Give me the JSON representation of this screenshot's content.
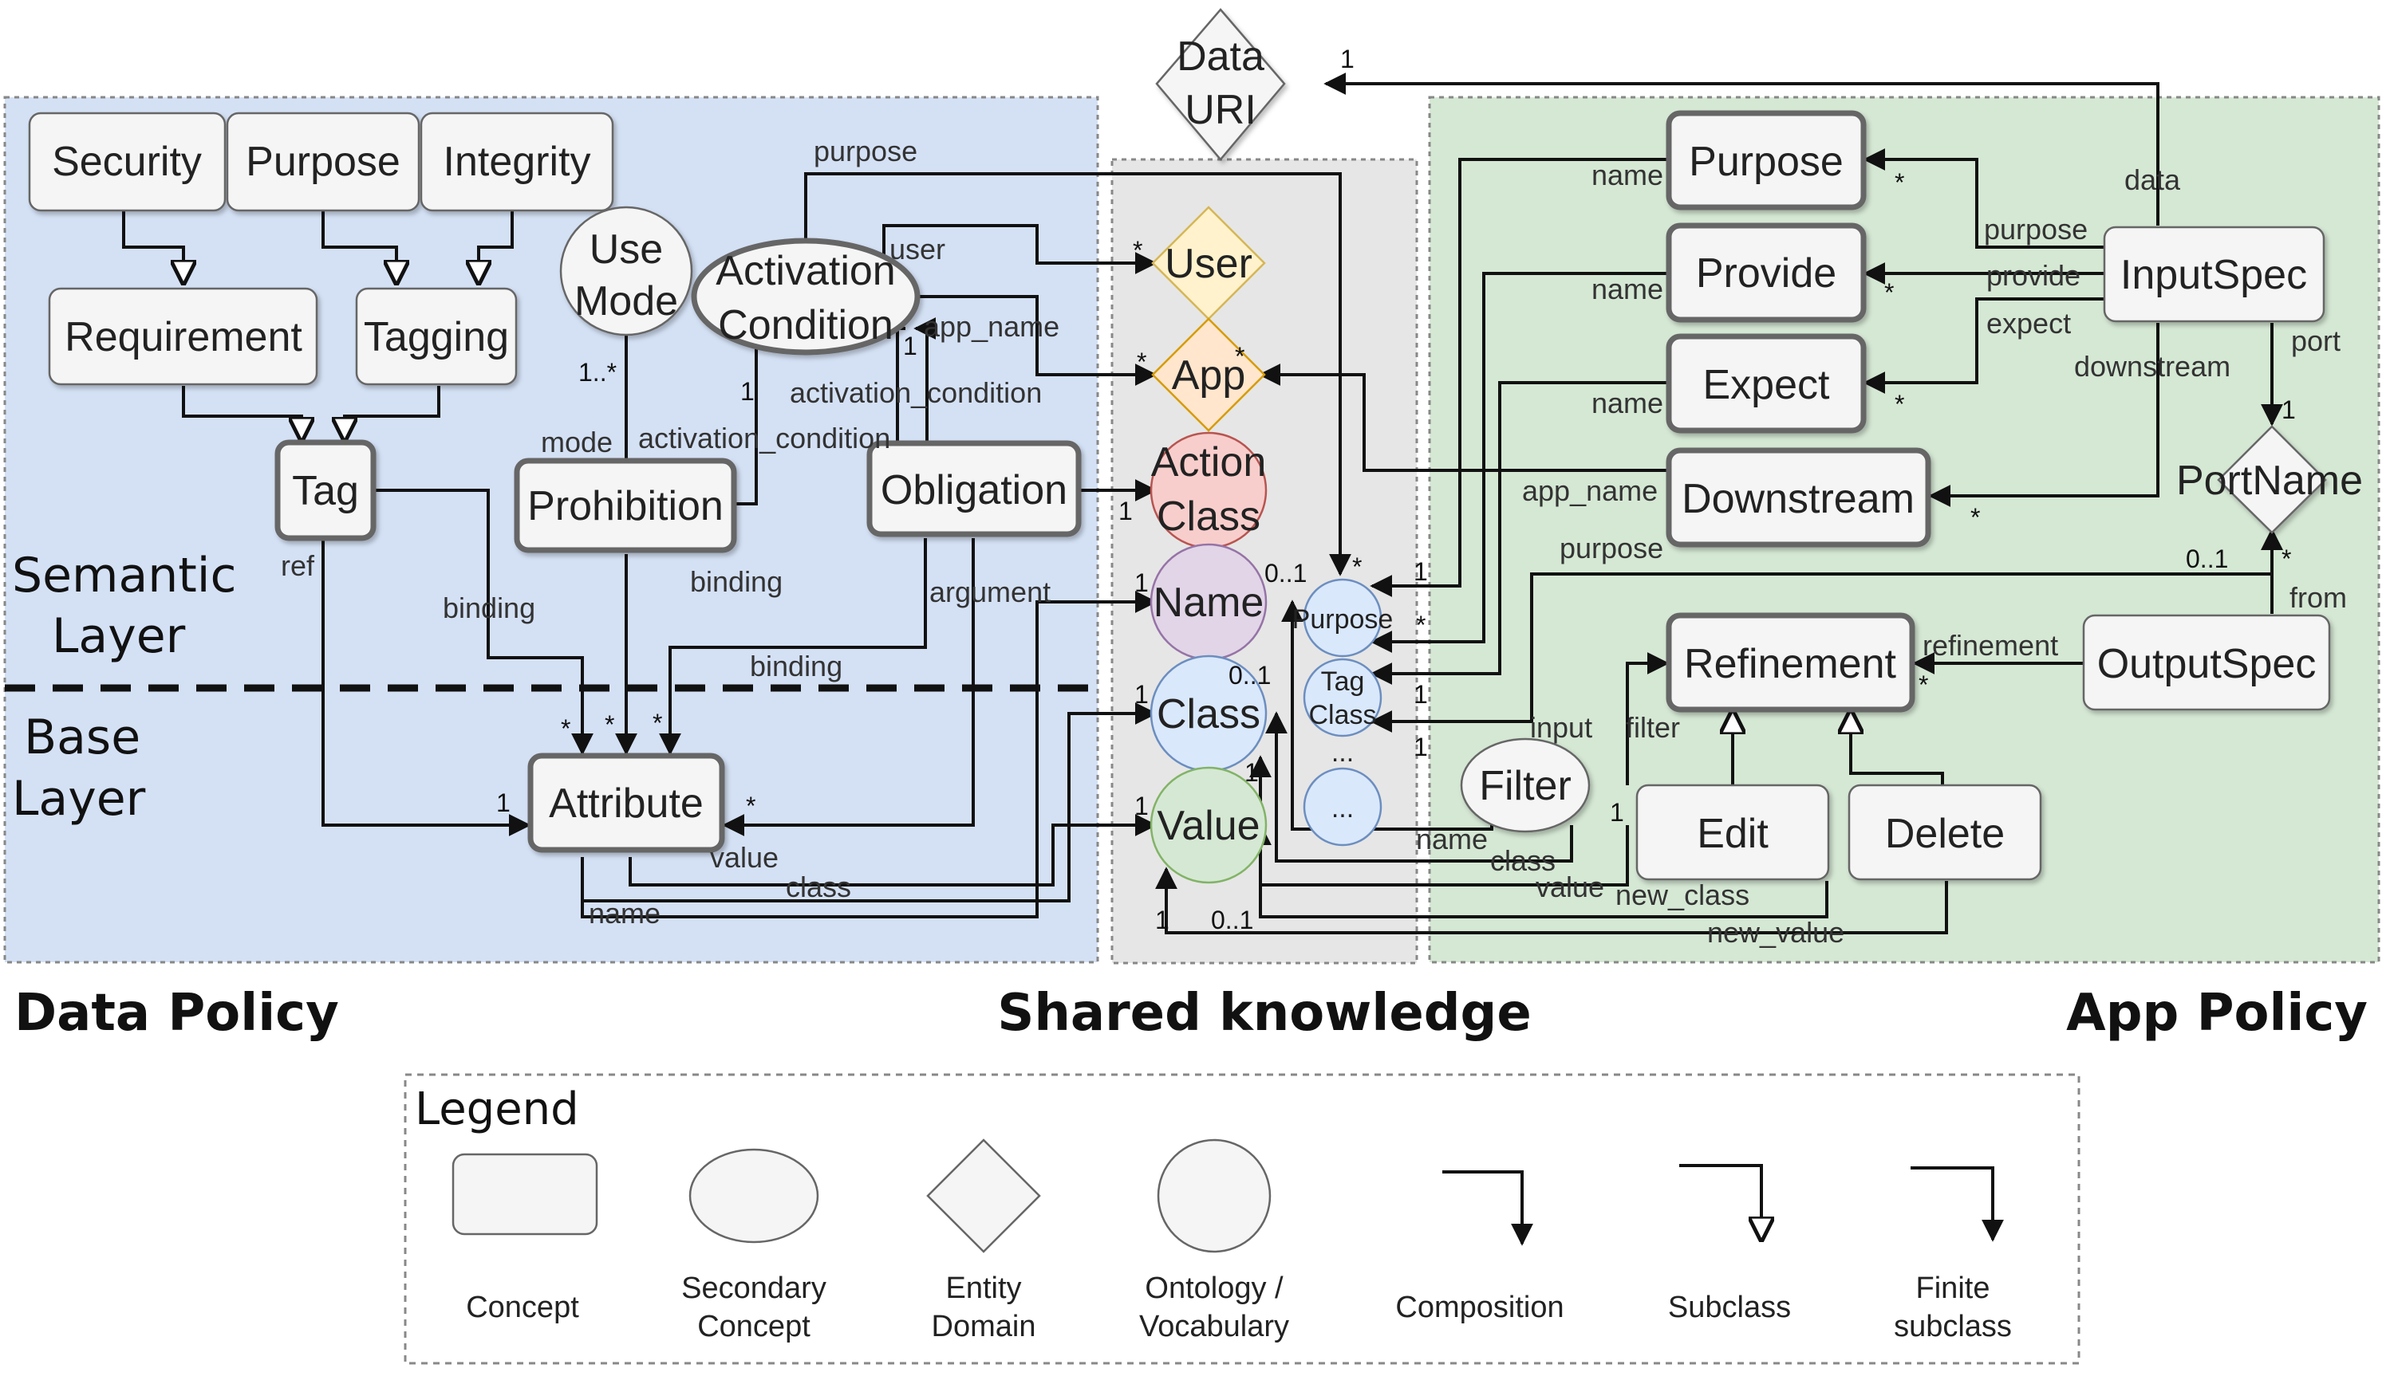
{
  "titles": {
    "data_policy": "Data Policy",
    "shared_knowledge": "Shared knowledge",
    "app_policy": "App Policy"
  },
  "layers": {
    "semantic_line1": "Semantic",
    "semantic_line2": "Layer",
    "base_line1": "Base",
    "base_line2": "Layer"
  },
  "nodes": {
    "security": "Security",
    "purpose_dp": "Purpose",
    "integrity": "Integrity",
    "requirement": "Requirement",
    "tagging": "Tagging",
    "use_mode_line1": "Use",
    "use_mode_line2": "Mode",
    "activation_line1": "Activation",
    "activation_line2": "Condition",
    "tag": "Tag",
    "prohibition": "Prohibition",
    "obligation": "Obligation",
    "attribute": "Attribute",
    "data_uri_line1": "Data",
    "data_uri_line2": "URI",
    "user": "User",
    "app": "App",
    "action_line1": "Action",
    "action_line2": "Class",
    "name": "Name",
    "class": "Class",
    "value": "Value",
    "purpose_small": "Purpose",
    "tag_small_line1": "Tag",
    "tag_small_line2": "Class",
    "dots_small": "...",
    "dots_circle": "...",
    "purpose_ap": "Purpose",
    "provide": "Provide",
    "expect": "Expect",
    "downstream": "Downstream",
    "input_spec": "InputSpec",
    "port_name": "PortName",
    "refinement": "Refinement",
    "output_spec": "OutputSpec",
    "filter": "Filter",
    "edit": "Edit",
    "delete": "Delete"
  },
  "edge_labels": {
    "purpose_top": "purpose",
    "user": "user",
    "app_name": "app_name",
    "activation_condition_right": "activation_condition",
    "activation_condition_left": "activation_condition",
    "mode": "mode",
    "ref": "ref",
    "binding_tag": "binding",
    "binding_prohibition": "binding",
    "binding_obligation": "binding",
    "argument": "argument",
    "value_dp": "value",
    "class_dp": "class",
    "name_dp": "name",
    "name_purpose": "name",
    "name_provide": "name",
    "name_expect": "name",
    "app_name_ap": "app_name",
    "purpose_ap_edge": "purpose",
    "purpose_is": "purpose",
    "provide_is": "provide",
    "expect_is": "expect",
    "downstream_is": "downstream",
    "data": "data",
    "port": "port",
    "from": "from",
    "refinement_edge": "refinement",
    "input": "input",
    "filter_edge": "filter",
    "name_filter": "name",
    "class_filter": "class",
    "value_filter": "value",
    "new_class": "new_class",
    "new_value": "new_value"
  },
  "multiplicities": {
    "one": "1",
    "many": "*",
    "one_to_many": "1..*",
    "zero_to_one": "0..1"
  },
  "legend": {
    "title": "Legend",
    "concept": "Concept",
    "secondary_line1": "Secondary",
    "secondary_line2": "Concept",
    "entity_line1": "Entity",
    "entity_line2": "Domain",
    "ontology_line1": "Ontology /",
    "ontology_line2": "Vocabulary",
    "composition": "Composition",
    "subclass": "Subclass",
    "finite_line1": "Finite",
    "finite_line2": "subclass"
  }
}
